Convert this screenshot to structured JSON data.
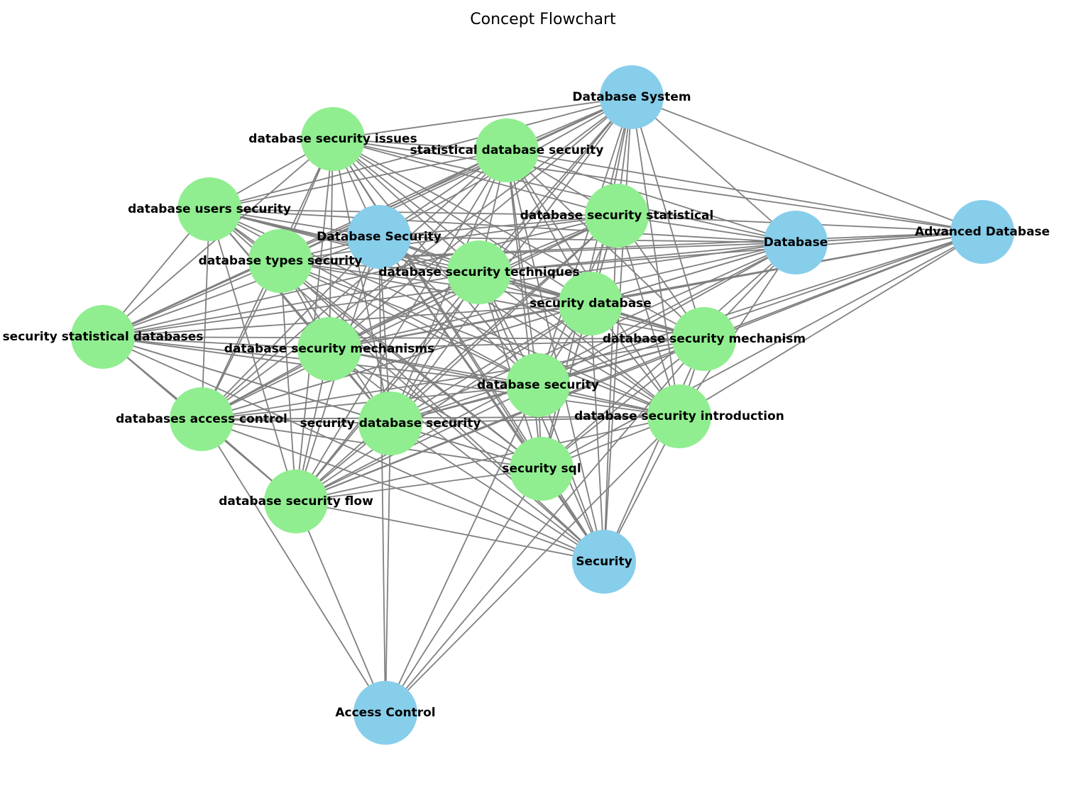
{
  "title": "Concept Flowchart",
  "colors": {
    "concept": "#87CEEB",
    "term": "#90EE90",
    "edge": "#808080"
  },
  "nodes": [
    {
      "id": "database-system",
      "label": "Database System",
      "kind": "concept"
    },
    {
      "id": "database",
      "label": "Database",
      "kind": "concept"
    },
    {
      "id": "advanced-database",
      "label": "Advanced Database",
      "kind": "concept"
    },
    {
      "id": "database-security-concept",
      "label": "Database Security",
      "kind": "concept"
    },
    {
      "id": "security",
      "label": "Security",
      "kind": "concept"
    },
    {
      "id": "access-control",
      "label": "Access Control",
      "kind": "concept"
    },
    {
      "id": "database-security-issues",
      "label": "database security issues",
      "kind": "term"
    },
    {
      "id": "statistical-database-security",
      "label": "statistical database security",
      "kind": "term"
    },
    {
      "id": "database-users-security",
      "label": "database users security",
      "kind": "term"
    },
    {
      "id": "database-security-statistical",
      "label": "database security statistical",
      "kind": "term"
    },
    {
      "id": "database-types-security",
      "label": "database types security",
      "kind": "term"
    },
    {
      "id": "database-security-techniques",
      "label": "database security techniques",
      "kind": "term"
    },
    {
      "id": "security-database",
      "label": "security database",
      "kind": "term"
    },
    {
      "id": "security-statistical-databases",
      "label": "security statistical databases",
      "kind": "term"
    },
    {
      "id": "database-security-mechanisms",
      "label": "database security mechanisms",
      "kind": "term"
    },
    {
      "id": "database-security-mechanism",
      "label": "database security mechanism",
      "kind": "term"
    },
    {
      "id": "database-security",
      "label": "database security",
      "kind": "term"
    },
    {
      "id": "databases-access-control",
      "label": "databases access control",
      "kind": "term"
    },
    {
      "id": "security-database-security",
      "label": "security database security",
      "kind": "term"
    },
    {
      "id": "database-security-introduction",
      "label": "database security introduction",
      "kind": "term"
    },
    {
      "id": "security-sql",
      "label": "security sql",
      "kind": "term"
    },
    {
      "id": "database-security-flow",
      "label": "database security flow",
      "kind": "term"
    }
  ]
}
